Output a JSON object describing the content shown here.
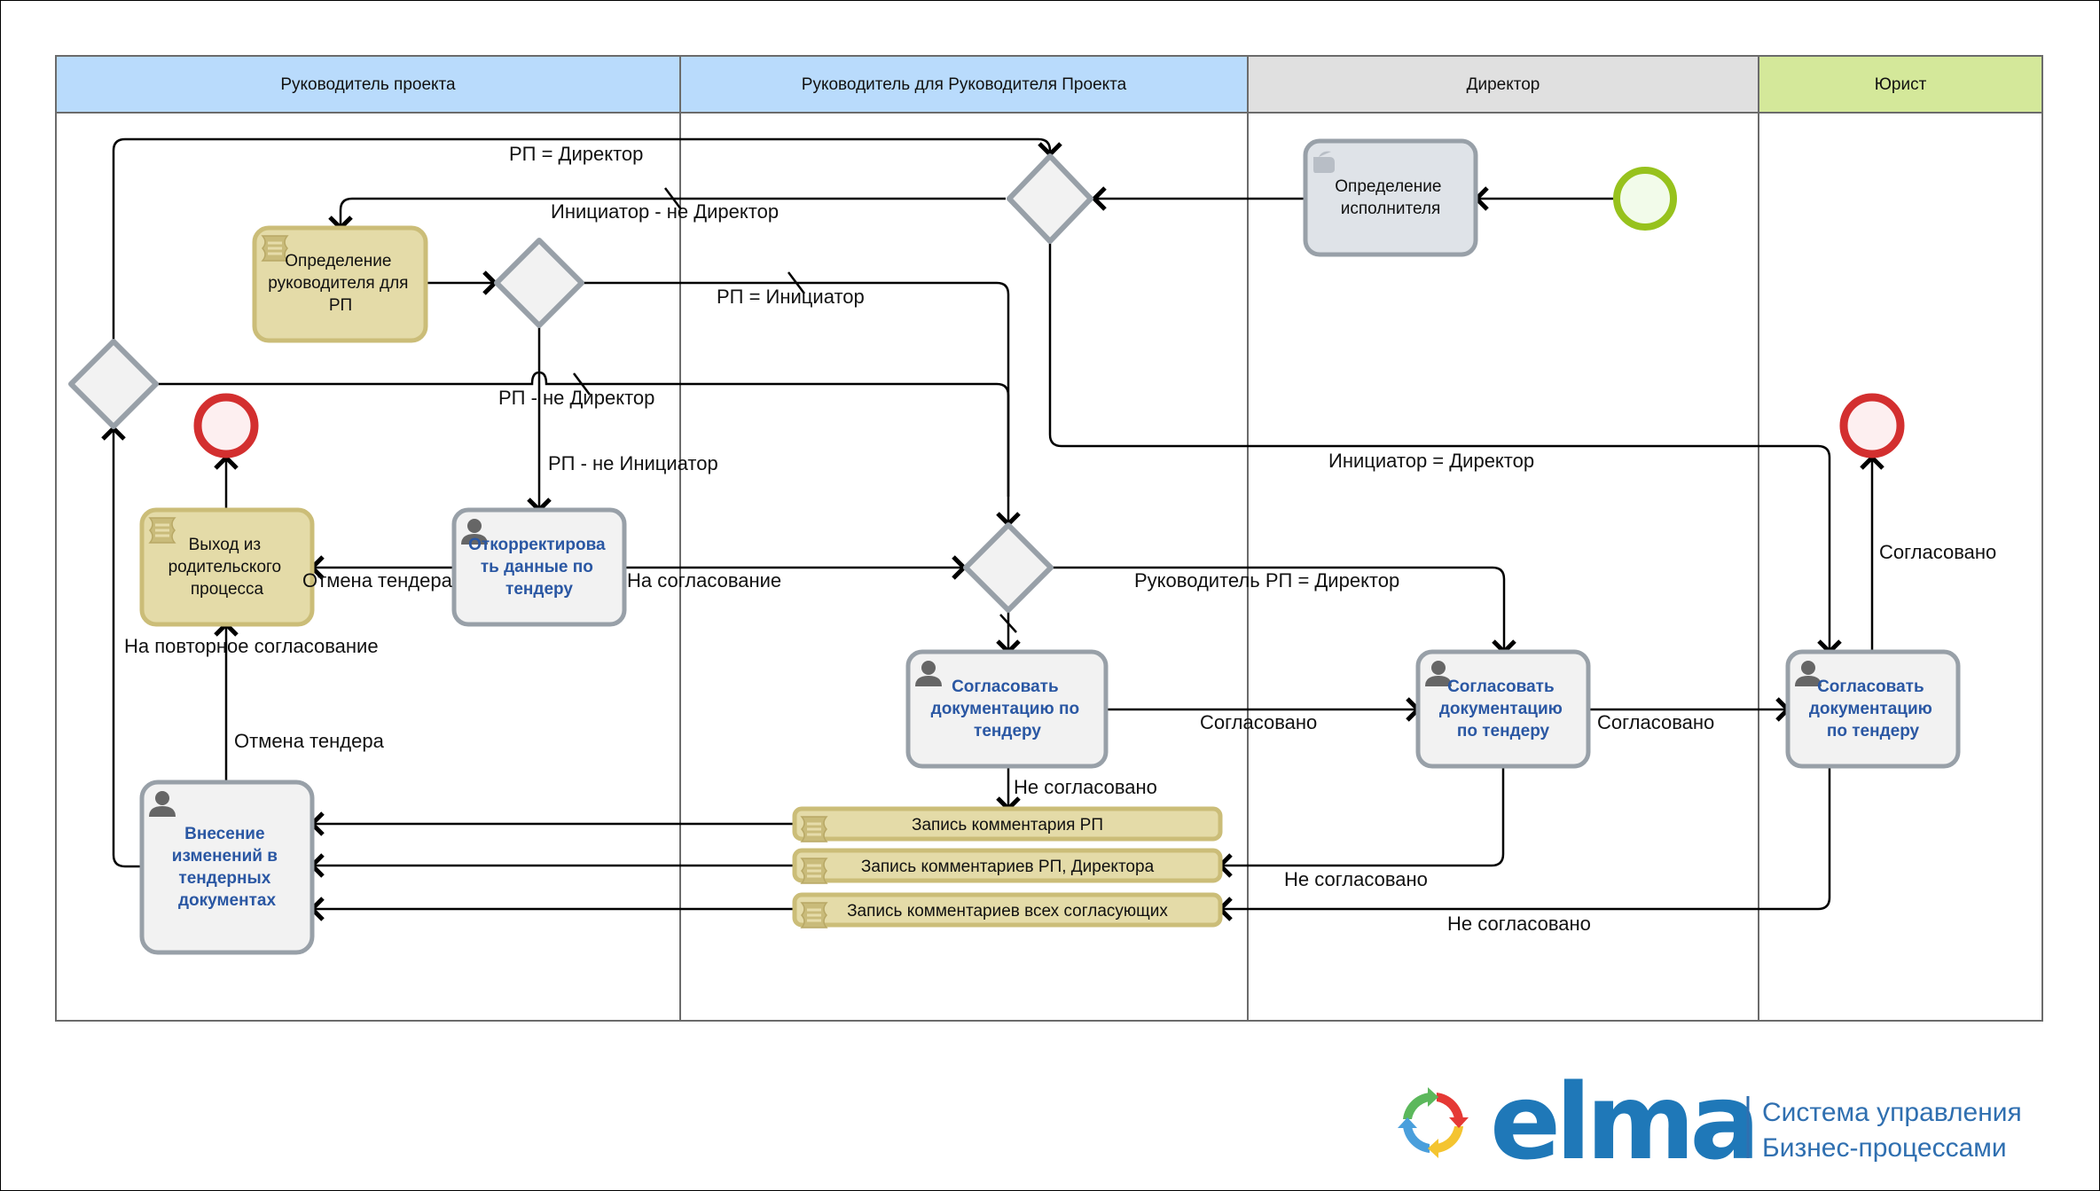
{
  "lanes": [
    {
      "title": "Руководитель проекта",
      "header_color": "#b9dbfc"
    },
    {
      "title": "Руководитель для Руководителя Проекта",
      "header_color": "#b9dbfc"
    },
    {
      "title": "Директор",
      "header_color": "#e0e0e0"
    },
    {
      "title": "Юрист",
      "header_color": "#d4e89a"
    }
  ],
  "events": {
    "start": {
      "type": "start",
      "color": "#97c21d"
    },
    "end_left": {
      "type": "end",
      "color": "#d32f2f"
    },
    "end_right": {
      "type": "end",
      "color": "#d32f2f"
    }
  },
  "tasks": {
    "define_executor": {
      "kind": "manual",
      "lines": [
        "Определение",
        "исполнителя"
      ]
    },
    "define_rp_manager": {
      "kind": "script",
      "lines": [
        "Определение",
        "руководителя для",
        "РП"
      ]
    },
    "exit_parent": {
      "kind": "script",
      "lines": [
        "Выход из",
        "родительского",
        "процесса"
      ]
    },
    "correct_data": {
      "kind": "user",
      "lines": [
        "Откорректирова",
        "ть данные по",
        "тендеру"
      ]
    },
    "approve_rp_manager": {
      "kind": "user",
      "lines": [
        "Согласовать",
        "документацию по",
        "тендеру"
      ]
    },
    "approve_director": {
      "kind": "user",
      "lines": [
        "Согласовать",
        "документацию",
        "по тендеру"
      ]
    },
    "approve_lawyer": {
      "kind": "user",
      "lines": [
        "Согласовать",
        "документацию",
        "по тендеру"
      ]
    },
    "make_changes": {
      "kind": "user",
      "lines": [
        "Внесение",
        "изменений в",
        "тендерных",
        "документах"
      ]
    },
    "record_rp": {
      "kind": "script",
      "label": "Запись комментария РП"
    },
    "record_rp_director": {
      "kind": "script",
      "label": "Запись комментариев РП, Директора"
    },
    "record_all": {
      "kind": "script",
      "label": "Запись комментариев всех согласующих"
    }
  },
  "flow_labels": {
    "rp_eq_director": "РП = Директор",
    "initiator_not_director": "Инициатор - не Директор",
    "rp_eq_initiator": "РП = Инициатор",
    "rp_not_director": "РП - не Директор",
    "initiator_eq_director": "Инициатор = Директор",
    "rp_not_initiator": "РП - не Инициатор",
    "cancel_tender_1": "Отмена тендера",
    "to_approval": "На согласование",
    "rp_manager_eq_director": "Руководитель РП = Директор",
    "approved_lawyer_end": "Согласовано",
    "re_approval": "На повторное согласование",
    "cancel_tender_2": "Отмена тендера",
    "approved_1": "Согласовано",
    "approved_2": "Согласовано",
    "not_approved_1": "Не согласовано",
    "not_approved_2": "Не согласовано",
    "not_approved_3": "Не согласовано"
  },
  "logo": {
    "brand": "elma",
    "tagline_line1": "Система управления",
    "tagline_line2": "Бизнес-процессами",
    "brand_color": "#1f78b8"
  }
}
